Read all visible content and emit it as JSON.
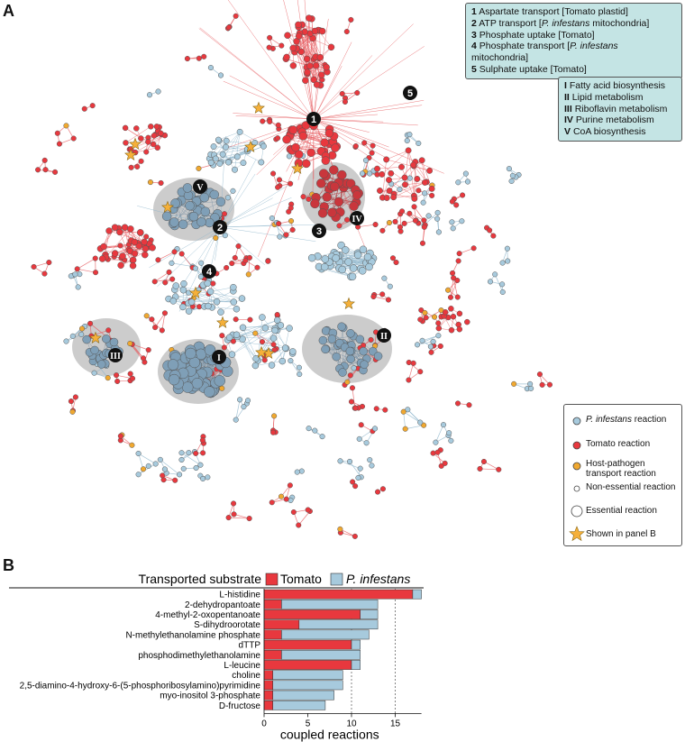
{
  "panels": {
    "a": "A",
    "b": "B"
  },
  "transport_box": {
    "items": [
      {
        "num": "1",
        "pre": "Aspartate transport [Tomato plastid]",
        "ital": "",
        "post": ""
      },
      {
        "num": "2",
        "pre": "ATP transport [",
        "ital": "P. infestans",
        "post": " mitochondria]"
      },
      {
        "num": "3",
        "pre": "Phosphate uptake [Tomato]",
        "ital": "",
        "post": ""
      },
      {
        "num": "4",
        "pre": "Phosphate transport [",
        "ital": "P. infestans",
        "post": " mitochondria]"
      },
      {
        "num": "5",
        "pre": "Sulphate uptake [Tomato]",
        "ital": "",
        "post": ""
      }
    ]
  },
  "pathway_box": {
    "items": [
      {
        "num": "I",
        "label": "Fatty acid biosynthesis"
      },
      {
        "num": "II",
        "label": "Lipid metabolism"
      },
      {
        "num": "III",
        "label": "Riboflavin metabolism"
      },
      {
        "num": "IV",
        "label": "Purine metabolism"
      },
      {
        "num": "V",
        "label": "CoA biosynthesis"
      }
    ]
  },
  "legend": {
    "pinf": "P. infestans",
    "pinf_suffix": " reaction",
    "tomato": "Tomato reaction",
    "hp1": "Host-pathogen",
    "hp2": "transport reaction",
    "nonessential": "Non-essential reaction",
    "essential": "Essential reaction",
    "panelb": "Shown in panel B"
  },
  "network_labels": {
    "numbers": [
      "1",
      "2",
      "3",
      "4",
      "5"
    ],
    "romans": [
      "I",
      "II",
      "III",
      "IV",
      "V"
    ]
  },
  "colors": {
    "tomato": "#e8383e",
    "pinf": "#a7cadd",
    "pinf_cluster": "#7f9fb7",
    "transport": "#f0a830",
    "star": "#f5b03a",
    "grey_region": "#c3c3c3",
    "box": "#c4e4e4"
  },
  "chart_data": {
    "type": "bar",
    "orientation": "horizontal",
    "stacked": true,
    "title": "Transported substrate",
    "xlabel": "coupled reactions",
    "xticks": [
      0,
      5,
      10,
      15
    ],
    "xlim": [
      0,
      18
    ],
    "reference_lines": [
      10,
      15
    ],
    "categories": [
      "L-histidine",
      "2-dehydropantoate",
      "4-methyl-2-oxopentanoate",
      "S-dihydroorotate",
      "N-methylethanolamine phosphate",
      "dTTP",
      "phosphodimethylethanolamine",
      "L-leucine",
      "choline",
      "2,5-diamino-4-hydroxy-6-(5-phosphoribosylamino)pyrimidine",
      "myo-inositol 3-phosphate",
      "D-fructose"
    ],
    "series": [
      {
        "name": "Tomato",
        "values": [
          17,
          2,
          11,
          4,
          2,
          10,
          2,
          10,
          1,
          1,
          1,
          1
        ]
      },
      {
        "name": "P. infestans",
        "values": [
          1,
          11,
          2,
          9,
          10,
          1,
          9,
          1,
          8,
          8,
          7,
          6
        ]
      }
    ]
  }
}
